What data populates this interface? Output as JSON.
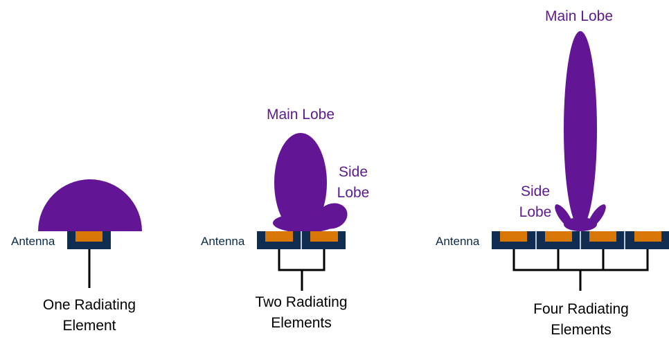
{
  "colors": {
    "lobe": "#621595",
    "antenna_body": "#0e2d50",
    "patch": "#d97706",
    "feed": "#000000",
    "lobe_label": "#5b1a8e",
    "antenna_label": "#0b2a4a"
  },
  "panels": [
    {
      "antenna_label": "Antenna",
      "caption_line1": "One Radiating",
      "caption_line2": "Element"
    },
    {
      "antenna_label": "Antenna",
      "main_lobe_label": "Main Lobe",
      "side_lobe_line1": "Side",
      "side_lobe_line2": "Lobe",
      "caption_line1": "Two Radiating",
      "caption_line2": "Elements"
    },
    {
      "antenna_label": "Antenna",
      "main_lobe_label": "Main Lobe",
      "side_lobe_line1": "Side",
      "side_lobe_line2": "Lobe",
      "caption_line1": "Four Radiating",
      "caption_line2": "Elements"
    }
  ]
}
